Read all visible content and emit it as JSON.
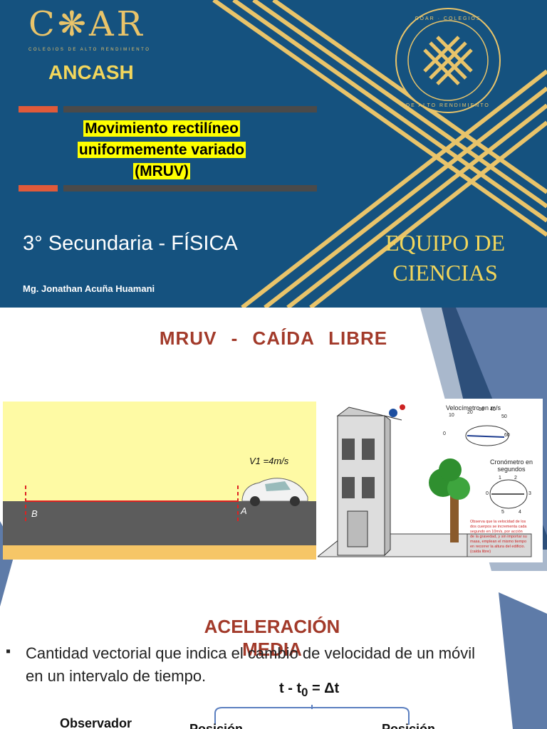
{
  "slide1": {
    "logo_text": "C❋AR",
    "logo_subtitle": "COLEGIOS DE ALTO RENDIMIENTO",
    "region": "ANCASH",
    "title_lines": [
      "Movimiento rectilíneo",
      "uniformemente variado",
      "(MRUV)"
    ],
    "grade": "3° Secundaria - FÍSICA",
    "team_lines": [
      "EQUIPO DE",
      "CIENCIAS"
    ],
    "author": "Mg. Jonathan Acuña Huamani",
    "seal_text": "COAR COLEGIOS DE ALTO RENDIMIENTO",
    "colors": {
      "background": "#15527f",
      "gold": "#e9c46a",
      "accent_red": "#e05a3a",
      "highlight": "#ffff00"
    }
  },
  "slide2": {
    "title": "MRUV - CAÍDA LIBRE",
    "road_scene": {
      "velocity_label": "V1 =4m/s",
      "point_a": "A",
      "point_b": "B"
    },
    "building_scene": {
      "speedometer_title": "Velocímetro en m/s",
      "speedometer_ticks": [
        "0",
        "10",
        "20",
        "30",
        "40",
        "50",
        "60"
      ],
      "chronometer_title": "Cronómetro en segundos",
      "chronometer_ticks": [
        "0",
        "1",
        "2",
        "3",
        "4",
        "5"
      ],
      "note_lines": [
        "Observa que la velocidad de los",
        "dos cuerpos se incrementa cada",
        "segundo en 10m/s, por acción",
        "de la gravedad, y sin importar su",
        "masa, emplean el mismo tiempo",
        "en recorrer la altura del edificio.",
        "(caída libre)"
      ]
    },
    "section_title_lines": [
      "ACELERACIÓN",
      "MEDIA"
    ],
    "bullet_symbol": "▪",
    "bullet_text": "Cantidad vectorial que indica el cambio de velocidad de un móvil en un intervalo de tiempo.",
    "equation": {
      "t": "t",
      "minus": " - ",
      "t0_base": "t",
      "t0_sub": "0",
      "rhs": " = Δt"
    },
    "observer_label": "Observador",
    "position_label_left": "Posición",
    "position_label_right": "Posición"
  }
}
